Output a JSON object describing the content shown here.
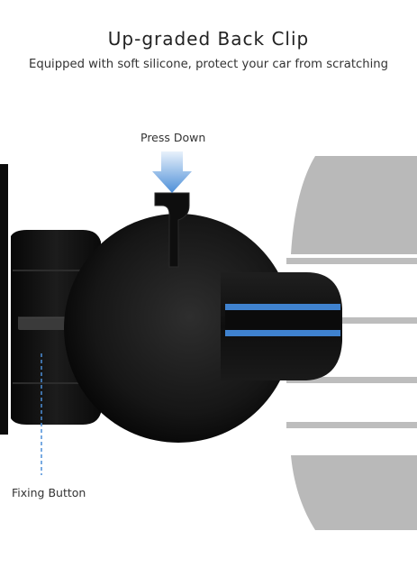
{
  "header": {
    "title": "Up-graded Back Clip",
    "subtitle": "Equipped with soft silicone, protect your car from scratching"
  },
  "callouts": {
    "press_down": "Press Down",
    "fixing_button": "Fixing Button"
  },
  "colors": {
    "accent_blue": "#3f82cf",
    "vent_gray": "#b7b7b7",
    "mount_black": "#121212",
    "arrow_blue": "#4d8fd8"
  },
  "icons": {
    "arrow": "press-down-arrow-icon"
  }
}
